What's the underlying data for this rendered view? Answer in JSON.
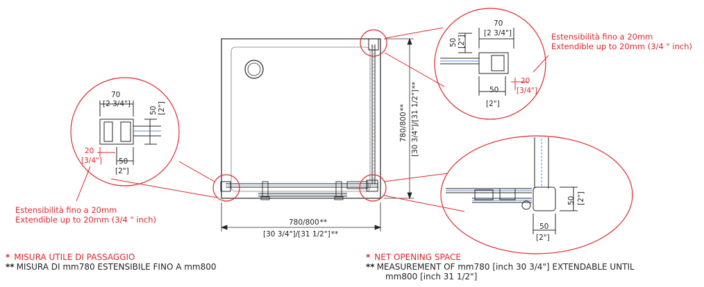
{
  "dims": {
    "w70": "70",
    "w70_in": "[2 3/4\"]",
    "h50": "50",
    "h50_in": "[2\"]",
    "d20": "20",
    "d20_in": "[3/4\"]",
    "w50": "50",
    "w50_in": "[2\"]",
    "width": "780/800",
    "width_star": "**",
    "width_in": "[30 3/4\"]/[31 1/2\"]",
    "width_in_star": "**",
    "height": "780/800",
    "height_star": "**",
    "height_in": "[30 3/4\"]/[31 1/2\"]",
    "height_in_star": "**"
  },
  "extend_note": {
    "line1": "Estensibilità fino a 20mm",
    "line2": "Extendible up to 20mm (3/4 \" inch)"
  },
  "legend_it": {
    "star": "*",
    "star_text": "MISURA UTILE DI PASSAGGIO",
    "dstar": "**",
    "dstar_text": "MISURA DI mm780 ESTENSIBILE FINO A mm800"
  },
  "legend_en": {
    "star": "*",
    "star_text": "NET OPENING SPACE",
    "dstar": "**",
    "dstar_text_1": "MEASUREMENT OF mm780 [inch 30 3/4\"] EXTENDABLE UNTIL",
    "dstar_text_2": "mm800 [inch 31 1/2\"]"
  },
  "colors": {
    "accent": "#e0252a",
    "line": "#222222",
    "glass": "#5b8fd0"
  }
}
